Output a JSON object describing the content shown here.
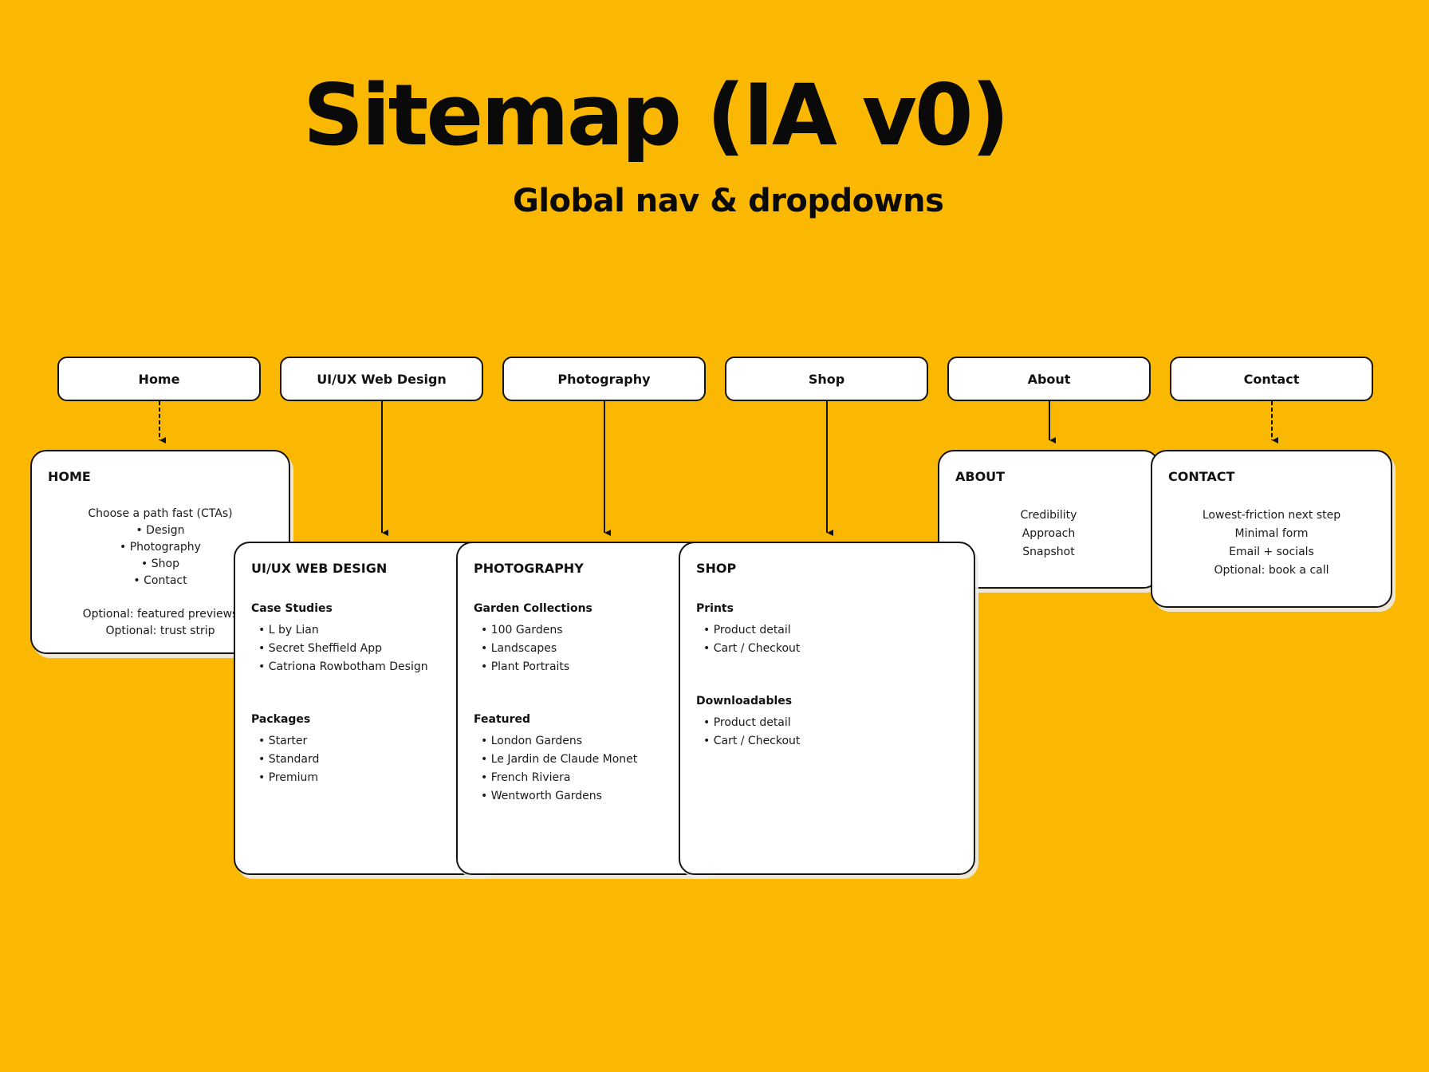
{
  "title": "Sitemap (IA v0)",
  "subtitle": "Global nav & dropdowns",
  "nav": [
    "Home",
    "UI/UX Web Design",
    "Photography",
    "Shop",
    "About",
    "Contact"
  ],
  "home": {
    "title": "HOME",
    "lines": [
      "Choose a path fast (CTAs)",
      "• Design",
      "• Photography",
      "• Shop",
      "• Contact"
    ],
    "optional": [
      "Optional: featured previews",
      "Optional: trust strip"
    ]
  },
  "uiux": {
    "title": "UI/UX WEB DESIGN",
    "sections": [
      {
        "title": "Case Studies",
        "items": [
          "• L by Lian",
          "• Secret Sheffield App",
          "• Catriona Rowbotham Design"
        ]
      },
      {
        "title": "Packages",
        "items": [
          "• Starter",
          "• Standard",
          "• Premium"
        ]
      }
    ]
  },
  "photography": {
    "title": "PHOTOGRAPHY",
    "sections": [
      {
        "title": "Garden Collections",
        "items": [
          "• 100 Gardens",
          "• Landscapes",
          "• Plant Portraits"
        ]
      },
      {
        "title": "Featured",
        "items": [
          "• London Gardens",
          "• Le Jardin de Claude Monet",
          "• French Riviera",
          "• Wentworth Gardens"
        ]
      }
    ]
  },
  "shop": {
    "title": "SHOP",
    "sections": [
      {
        "title": "Prints",
        "items": [
          "• Product detail",
          "• Cart / Checkout"
        ]
      },
      {
        "title": "Downloadables",
        "items": [
          "• Product detail",
          "• Cart / Checkout"
        ]
      }
    ]
  },
  "about": {
    "title": "ABOUT",
    "lines": [
      "Credibility",
      "Approach",
      "Snapshot"
    ]
  },
  "contact": {
    "title": "CONTACT",
    "lines": [
      "Lowest-friction next step",
      "Minimal form",
      "Email + socials",
      "Optional: book a call"
    ]
  },
  "colors": {
    "background": "#FAB802",
    "card": "#FFFFFF",
    "border": "#151515"
  }
}
